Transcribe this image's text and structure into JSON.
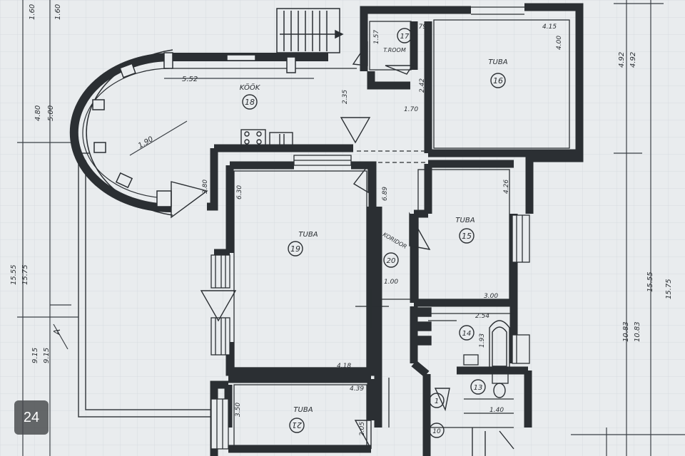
{
  "colors": {
    "paper": "#e9ecee",
    "ink": "#2b2f33",
    "grid": "#c9d0d6",
    "badge_bg": "#46484a"
  },
  "badge": {
    "text": "24"
  },
  "rooms": {
    "r18": {
      "name": "KÖÖK",
      "num": "18"
    },
    "r17": {
      "name": "T.ROOM",
      "num": "17"
    },
    "r16": {
      "name": "TUBA",
      "num": "16"
    },
    "r15": {
      "name": "TUBA",
      "num": "15"
    },
    "r19": {
      "name": "TUBA",
      "num": "19"
    },
    "r20": {
      "name": "KORIDOR",
      "num": "20"
    },
    "r14": {
      "num": "14"
    },
    "r13": {
      "num": "13"
    },
    "r21": {
      "name": "TUBA",
      "num": "21"
    },
    "r1": {
      "num": "1"
    },
    "r10": {
      "num": "10"
    }
  },
  "dims": {
    "d_552": "5.52",
    "d_190": "1.90",
    "d_235": "2.35",
    "d_170": "1.70",
    "d_242": "2.42",
    "d_157": "1.57",
    "d_179": "1.79",
    "d_415": "4.15",
    "d_400": "4.00",
    "d_380": "3.80",
    "d_630": "6.30",
    "d_689": "6.89",
    "d_426": "4.26",
    "d_300": "3.00",
    "d_100": "1.00",
    "d_418": "4.18",
    "d_254": "2.54",
    "d_193": "1.93",
    "d_439": "4.39",
    "d_350": "3.50",
    "d_205": "2.05",
    "d_140": "1.40",
    "left_160a": "1.60",
    "left_160b": "1.60",
    "left_480": "4.80",
    "left_500": "5.00",
    "left_1555": "15.55",
    "left_1575": "15.75",
    "left_915a": "9.15",
    "left_915b": "9.15",
    "right_492a": "4.92",
    "right_492b": "4.92",
    "right_1083a": "10.83",
    "right_1083b": "10.83",
    "right_1555": "15.55",
    "right_1575": "15.75",
    "section": "A"
  }
}
